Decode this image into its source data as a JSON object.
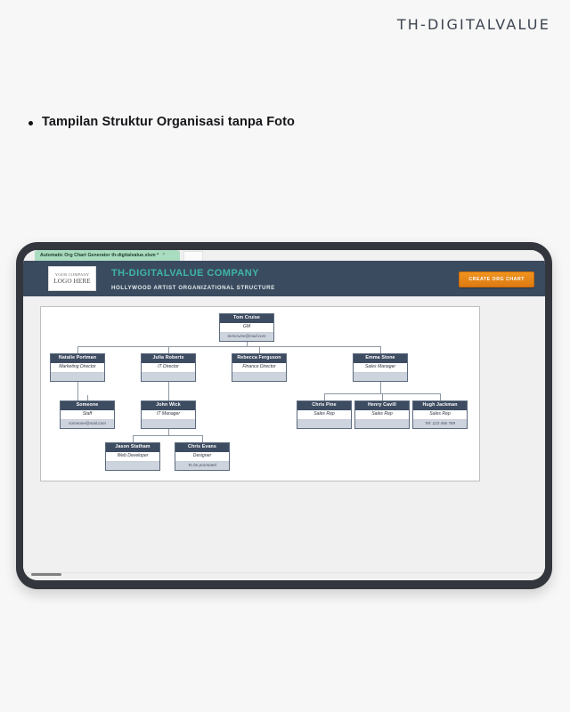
{
  "page": {
    "brand_logo": "TH-DIGITALVALUE",
    "bullet_text": "Tampilan Struktur Organisasi tanpa Foto"
  },
  "tablet": {
    "file_tab": {
      "label": "Automatic Org Chart Generator th-digitalvalue.xlsm *",
      "close": "×"
    }
  },
  "app": {
    "logo_placeholder_line1": "YOUR COMPANY",
    "logo_placeholder_line2": "LOGO HERE",
    "company_name": "TH-DIGITALVALUE COMPANY",
    "company_subtitle": "HOLLYWOOD ARTIST ORGANIZATIONAL STRUCTURE",
    "create_button": "CREATE ORG CHART",
    "colors": {
      "header_bg": "#3a4b5f",
      "company_accent": "#3fb5a8",
      "button_orange": "#e8881a",
      "node_header": "#3d4c61",
      "node_extra_bg": "#ced4de",
      "tab_green": "#a9dcc0",
      "bezel": "#33363c"
    }
  },
  "org_chart": {
    "nodes": [
      {
        "id": "n0",
        "name": "Tom Cruise",
        "title": "GM",
        "extra": "tomcruise@mail.com"
      },
      {
        "id": "n1",
        "name": "Natalie Portman",
        "title": "Marketing Director",
        "extra": ""
      },
      {
        "id": "n2",
        "name": "Julia Roberts",
        "title": "IT Director",
        "extra": ""
      },
      {
        "id": "n3",
        "name": "Rebecca Ferguson",
        "title": "Finance Director",
        "extra": ""
      },
      {
        "id": "n4",
        "name": "Emma Stone",
        "title": "Sales Manager",
        "extra": ""
      },
      {
        "id": "n5",
        "name": "Someone",
        "title": "Staff",
        "extra": "someone@mail.com"
      },
      {
        "id": "n6",
        "name": "John Wick",
        "title": "IT Manager",
        "extra": ""
      },
      {
        "id": "n7",
        "name": "Chris Pine",
        "title": "Sales Rep",
        "extra": ""
      },
      {
        "id": "n8",
        "name": "Henry Cavill",
        "title": "Sales Rep",
        "extra": ""
      },
      {
        "id": "n9",
        "name": "Hugh Jackman",
        "title": "Sales Rep",
        "extra": "Tel: 123 456 789"
      },
      {
        "id": "n10",
        "name": "Jason Statham",
        "title": "Web Developer",
        "extra": ""
      },
      {
        "id": "n11",
        "name": "Chris Evans",
        "title": "Designer",
        "extra": "To be promoted"
      }
    ]
  }
}
